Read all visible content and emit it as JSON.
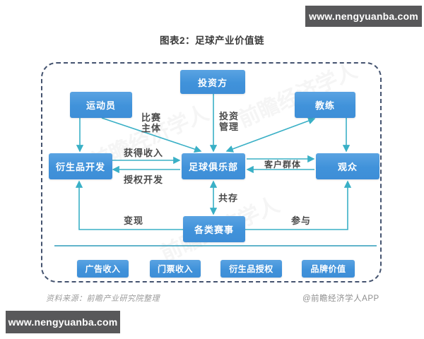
{
  "header": {
    "site_url": "www.nengyuanba.com"
  },
  "title": "图表2：足球产业价值链",
  "diagram": {
    "nodes": {
      "investor": "投资方",
      "athlete": "运动员",
      "coach": "教练",
      "derivatives": "衍生品开发",
      "club": "足球俱乐部",
      "audience": "观众",
      "events": "各类赛事",
      "ad_revenue": "广告收入",
      "ticket_revenue": "门票收入",
      "derivative_licensing": "衍生品授权",
      "brand_value": "品牌价值"
    },
    "edge_labels": {
      "match_subject_line1": "比赛",
      "match_subject_line2": "主体",
      "investment_mgmt_line1": "投资",
      "investment_mgmt_line2": "管理",
      "gain_income": "获得收入",
      "licensed_development": "授权开发",
      "customer_group": "客户群体",
      "coexist": "共存",
      "monetize": "变现",
      "participate": "参与"
    },
    "colors": {
      "node_blue": "#4092da",
      "arrow_teal": "#3ab0c6",
      "border_navy": "#44536f",
      "divider_teal": "#2f9cba"
    }
  },
  "footer": {
    "source": "资料来源：前瞻产业研究院整理",
    "credit": "@前瞻经济学人APP",
    "site_url": "www.nengyuanba.com"
  },
  "watermark": "前瞻经济学人"
}
